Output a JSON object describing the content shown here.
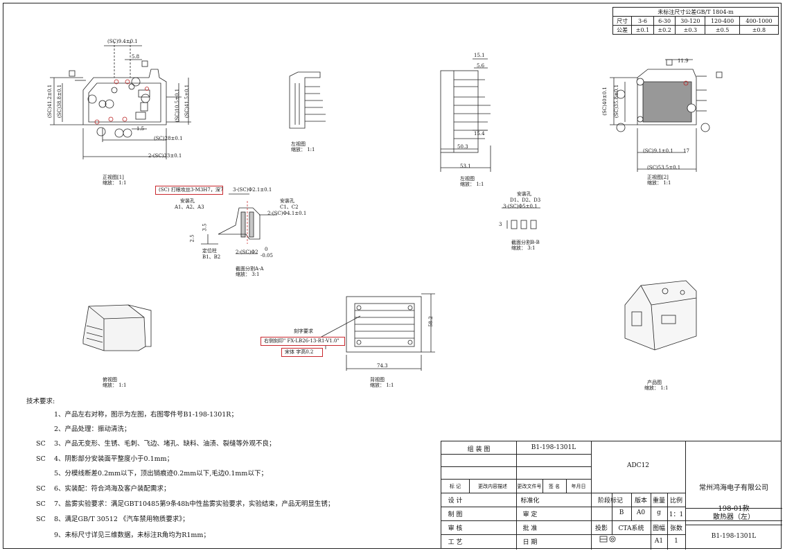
{
  "tolerance": {
    "title": "未标注尺寸公差GB/T 1804-m",
    "row_size_label": "尺寸",
    "row_tol_label": "公差",
    "sizes": [
      "3-6",
      "6-30",
      "30-120",
      "120-400",
      "400-1000"
    ],
    "tols": [
      "±0.1",
      "±0.2",
      "±0.3",
      "±0.5",
      "±0.8"
    ]
  },
  "views": {
    "front1": {
      "name": "正视图[1]",
      "scale": "缩放：  1:1"
    },
    "left_small": {
      "name": "左视图",
      "scale": "缩放：  1:1"
    },
    "left": {
      "name": "左视图",
      "scale": "缩放：  1:1"
    },
    "front2": {
      "name": "正视图[2]",
      "scale": "缩放：  1:1"
    },
    "section_a": {
      "name": "截面分割A-A",
      "scale": "缩放：   3:1"
    },
    "section_b": {
      "name": "截面分割B-B",
      "scale": "缩放：   3:1"
    },
    "side": {
      "name": "俯视图",
      "scale": "缩放：  1:1"
    },
    "back": {
      "name": "背视图",
      "scale": "缩放：  1:1"
    },
    "product": {
      "name": "产品图",
      "scale": "缩放：  1:1"
    }
  },
  "dims": {
    "f1_top": "(SC)9.4±0.1",
    "f1_58": "5.8",
    "f1_v1": "(SC)41.2±0.1",
    "f1_v2": "(SC)38.8±0.1",
    "f1_v3": "(SC)10.5±0.1",
    "f1_v4": "(SC)41.5±0.1",
    "f1_15": "1.5",
    "f1_28": "(SC)28±0.1",
    "f1_33": "2-(SC)33±0.1",
    "l_151": "15.1",
    "l_56": "5.6",
    "l_154": "15.4",
    "l_503": "50.3",
    "l_531": "53.1",
    "f2_119": "11.9",
    "f2_v40": "(SC)40±0.1",
    "f2_v358": "(SC)35.8±0.1",
    "f2_91": "(SC)9.1±0.1",
    "f2_17": "17",
    "f2_535": "(SC)53.5±0.1",
    "sa_top": "3-(SC)Φ2.1±0.1",
    "sa_right": "2-(SC)Φ4.1±0.1",
    "sa_bot1": "2-(SC)Φ2",
    "sa_bot2": "0",
    "sa_bot3": "-0.05",
    "sa_35": "3.5",
    "sa_25": "2.5",
    "sb_top": "3-(SC)Φ5±0.1",
    "sb_v": "3",
    "back_h": "58.2",
    "back_w": "74.3"
  },
  "notes": {
    "red1": "(SC)   打眼攻丝3-M3H7，深7",
    "hole_a_title": "安装孔",
    "hole_a_ids": "A1、A2、A3",
    "hole_c_title": "安装孔",
    "hole_c_ids": "C1、C2",
    "pin_title": "定位柱",
    "pin_ids": "B1、B2",
    "hole_d_title": "安装孔",
    "hole_d_ids": "D1、D2、D3",
    "engrave": "刻字要求",
    "red2": "右侧刻印\" FX-LB26-13-R1-V1.0\"",
    "red3": "宋体   字高0.2"
  },
  "requirements": {
    "title": "技术要求:",
    "items": [
      {
        "sc": "",
        "text": "1、产品左右对称，图示为左图，右图零件号B1-198-1301R；"
      },
      {
        "sc": "",
        "text": "2、产品处理：振动清洗；"
      },
      {
        "sc": "SC",
        "text": "3、产品无变形、生锈、毛刺、飞边、堵孔、缺料、油渍、裂缝等外观不良；"
      },
      {
        "sc": "SC",
        "text": "4、阴影部分安装面平整度小于0.1mm；"
      },
      {
        "sc": "",
        "text": "5、分模线断差0.2mm以下，顶出销痕迹0.2mm以下,毛边0.1mm以下；"
      },
      {
        "sc": "SC",
        "text": "6、实装配：符合鸿海及客户装配需求；"
      },
      {
        "sc": "SC",
        "text": "7、盐雾实验要求：满足GBT10485第9条48h中性盐雾实验要求，实验结束，产品无明显生锈；"
      },
      {
        "sc": "SC",
        "text": "8、满足GB/T 30512  《汽车禁用物质要求》；"
      },
      {
        "sc": "",
        "text": "9、未标尺寸详见三维数据，未标注R角均为R1mm；"
      }
    ]
  },
  "titleblock": {
    "assembly_label": "组      装      图",
    "assembly_no": "B1-198-1301L",
    "material": "ADC12",
    "company": "常州鸿海电子有限公司",
    "rev_headers": [
      "标  记",
      "更改内容描述",
      "更改文件号",
      "签  名",
      "年月日"
    ],
    "design": "设  计",
    "draw": "制  图",
    "check": "审  核",
    "craft": "工  艺",
    "std": "标准化",
    "verify": "审  定",
    "approve": "批  准",
    "date": "日  期",
    "stage": "阶段标记",
    "version": "版本",
    "weight": "重量",
    "scale": "比例",
    "stage_val": "B",
    "version_val": "A0",
    "weight_val": "g",
    "scale_val": "1：1",
    "proj": "投影",
    "cta": "CTA系统",
    "sheet_size": "图幅",
    "sheets": "张数",
    "sheet_size_val": "A1",
    "sheets_val": "1",
    "part_name1": "198-01款",
    "part_name2": "散热器（左）",
    "part_no": "B1-198-1301L"
  }
}
